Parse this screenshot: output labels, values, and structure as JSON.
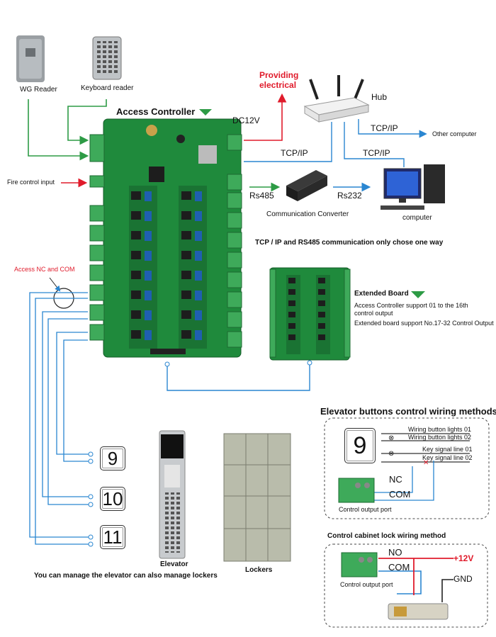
{
  "devices": {
    "wg_reader": "WG Reader",
    "keyboard_reader": "Keyboard reader",
    "hub": "Hub",
    "providing_electrical": "Providing\nelectrical",
    "access_controller": "Access Controller",
    "dc12v": "DC12V",
    "fire_control_input": "Fire control input",
    "access_nc_com": "Access NC and COM",
    "other_computer": "Other computer",
    "computer": "computer",
    "communication_converter": "Communication Converter",
    "extended_board": "Extended Board",
    "elevator": "Elevator",
    "lockers": "Lockers"
  },
  "links": {
    "tcpip_1": "TCP/IP",
    "tcpip_2": "TCP/IP",
    "tcpip_3": "TCP/IP",
    "rs485": "Rs485",
    "rs232": "Rs232"
  },
  "notes": {
    "one_way": "TCP / IP and RS485 communication only chose one way",
    "ext_support_1": "Access Controller support 01 to the 16th control output",
    "ext_support_2": "Extended board support No.17-32 Control Output",
    "manage": "You can manage the elevator can also manage lockers"
  },
  "floor_buttons": [
    "9",
    "10",
    "11"
  ],
  "elevator_wiring": {
    "title": "Elevator buttons control wiring methods",
    "button_number": "9",
    "line1": "Wiring button lights 01",
    "line2": "Wiring button lights 02",
    "line3": "Key signal line 01",
    "line4": "Key signal line 02",
    "nc": "NC",
    "com": "COM",
    "port_label": "Control output port"
  },
  "lock_wiring": {
    "title": "Control cabinet lock wiring method",
    "no": "NO",
    "com": "COM",
    "plus12v": "+12V",
    "gnd": "GND",
    "port_label": "Control output port"
  },
  "colors": {
    "board_green": "#1f8a3c",
    "wire_blue": "#2a86d1",
    "wire_green": "#2d9b45",
    "wire_red": "#e01b2b",
    "terminal_green": "#3eaa5a"
  }
}
